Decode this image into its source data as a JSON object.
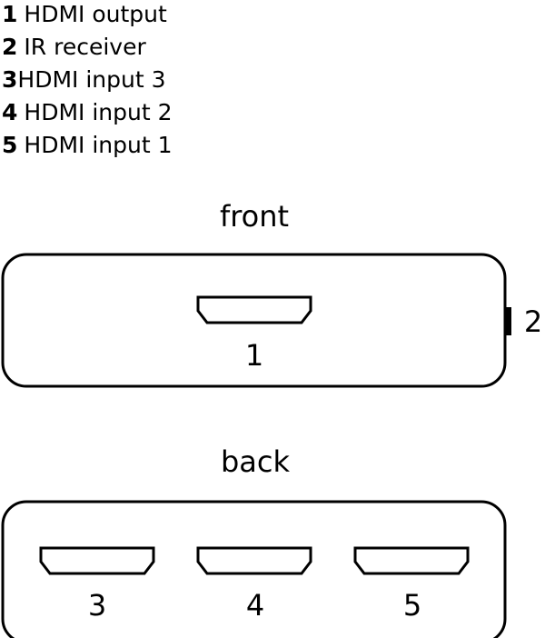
{
  "legend": [
    {
      "num": "1",
      "text": "HDMI output"
    },
    {
      "num": "2",
      "text": "IR receiver"
    },
    {
      "num": "3",
      "text": "HDMI input 3"
    },
    {
      "num": "4",
      "text": "HDMI input 2"
    },
    {
      "num": "5",
      "text": "HDMI input 1"
    }
  ],
  "front": {
    "title": "front",
    "port_label": "1",
    "ir_label": "2"
  },
  "back": {
    "title": "back",
    "port_labels": [
      "3",
      "4",
      "5"
    ]
  },
  "colors": {
    "stroke": "#000000",
    "background": "#ffffff"
  }
}
